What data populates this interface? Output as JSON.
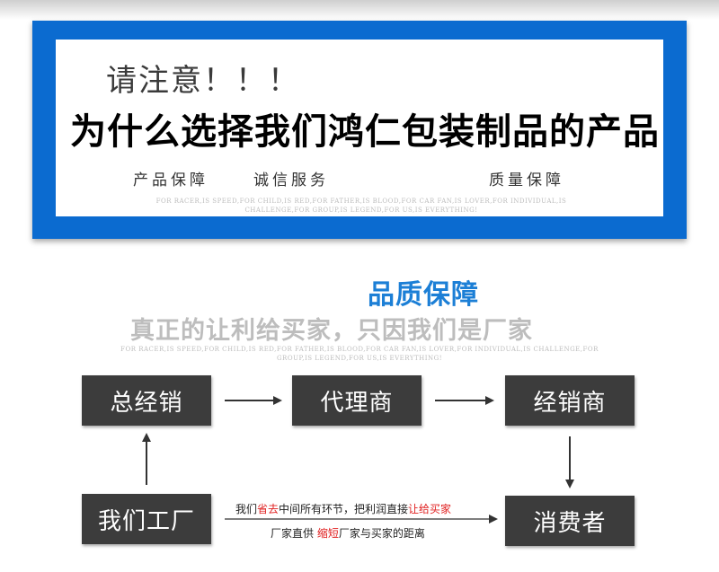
{
  "banner": {
    "notice": "请注意！！！",
    "headline": "为什么选择我们鸿仁包装制品的产品",
    "guarantees": [
      "产品保障",
      "诚信服务",
      "质量保障"
    ],
    "fine_print": "FOR RACER,IS SPEED,FOR CHILD,IS RED,FOR FATHER,IS BLOOD,FOR CAR FAN,IS LOVER,FOR INDIVIDUAL,IS CHALLENGE,FOR GROUP,IS LEGEND,FOR US,IS EVERYTHING!"
  },
  "section": {
    "title": "品质保障",
    "subtitle": "真正的让利给买家，只因我们是厂家",
    "fine_print": "FOR RACER,IS SPEED,FOR CHILD,IS RED,FOR FATHER,IS BLOOD,FOR CAR FAN,IS LOVER,FOR INDIVIDUAL,IS CHALLENGE,FOR GROUP,IS LEGEND,FOR US,IS EVERYTHING!"
  },
  "flow": {
    "general_distributor": "总经销",
    "agent": "代理商",
    "dealer": "经销商",
    "factory": "我们工厂",
    "consumer": "消费者",
    "line1": {
      "a": "我们",
      "b": "省去",
      "c": "中间所有环节，把利润直接",
      "d": "让给买家"
    },
    "line2": {
      "a": "厂家直供 ",
      "b": "缩短",
      "c": "厂家与买家的距离"
    }
  },
  "colors": {
    "frame_blue": "#0b6bd0",
    "title_blue": "#1c7fd6",
    "box_gray": "#3c3c3c",
    "highlight_red": "#e02020"
  }
}
